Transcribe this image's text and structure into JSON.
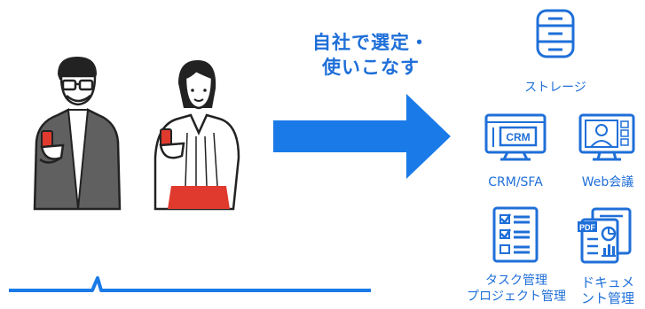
{
  "headline": {
    "line1": "自社で選定・",
    "line2": "使いこなす"
  },
  "tools": {
    "storage": "ストレージ",
    "crm_sfa": "CRM/SFA",
    "web_meeting": "Web会議",
    "task_line1": "タスク管理",
    "task_line2": "プロジェクト管理",
    "doc_line1": "ドキュメ",
    "doc_line2": "ント管理"
  },
  "icon_text": {
    "crm": "CRM",
    "pdf": "PDF"
  },
  "icons": [
    "database-icon",
    "crm-monitor-icon",
    "web-meeting-icon",
    "task-list-icon",
    "pdf-document-icon",
    "arrow-right-icon"
  ],
  "colors": {
    "accent": "#1f6fd8",
    "arrow": "#1a7ae8",
    "dark": "#222222",
    "skirt": "#e03a2e"
  }
}
